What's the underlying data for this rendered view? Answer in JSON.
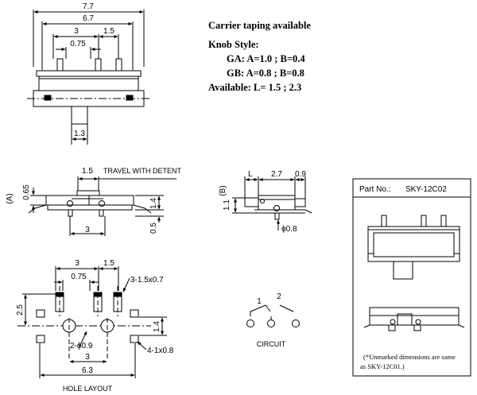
{
  "notes": {
    "title": "Carrier taping available",
    "knob_style": "Knob Style:",
    "ga": "GA: A=1.0 ; B=0.4",
    "gb": "GB: A=0.8 ; B=0.8",
    "available": "Available:  L= 1.5 ; 2.3"
  },
  "top_view": {
    "dim_overall": "7.7",
    "dim_body": "6.7",
    "dim_pitch": "3",
    "dim_pitch2": "1.5",
    "dim_pin": "0.75",
    "dim_knob": "1.3"
  },
  "side_view": {
    "dim_travel": "1.5",
    "travel_label": "TRAVEL WITH DETENT",
    "label_a": "(A)",
    "dim_065": "0.65",
    "dim_height": "1.4",
    "dim_base": "0.5",
    "dim_pitch": "3"
  },
  "end_view": {
    "label_l": "L",
    "dim_27": "2.7",
    "dim_09": "0.9",
    "label_b": "(B)",
    "dim_11": "1.1",
    "dim_phi": "ϕ0.8"
  },
  "hole_layout": {
    "dim_pitch": "3",
    "dim_pitch2": "1.5",
    "dim_pin": "0.75",
    "slot_note": "3-1.5x0.7",
    "dim_25": "2.5",
    "dim_14": "1.4",
    "dim_3": "3",
    "hole_note": "2-ϕ0.9",
    "pad_note": "4-1x0.8",
    "dim_63": "6.3",
    "title": "HOLE  LAYOUT"
  },
  "circuit": {
    "pin1": "1",
    "pin2": "2",
    "title": "CIRCUIT"
  },
  "part_box": {
    "part_no_label": "Part No.:",
    "part_no_value": "SKY-12C02",
    "footnote_1": "(*Unmarked dimensions are same",
    "footnote_2": "as SKY-12C01.)"
  }
}
